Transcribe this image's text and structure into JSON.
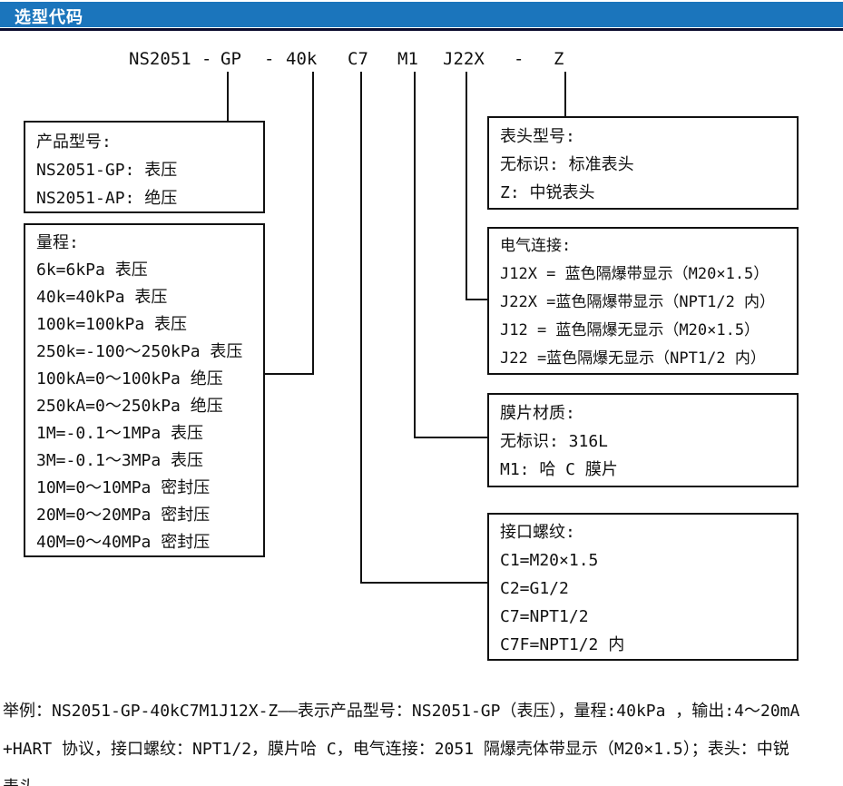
{
  "header": {
    "title": "选型代码"
  },
  "model_code": {
    "segments": [
      "NS2051",
      "-",
      "GP",
      "-",
      "40k",
      "C7",
      "M1",
      "J22X",
      "-",
      "Z"
    ]
  },
  "boxes": {
    "product": {
      "title": "产品型号:",
      "lines": [
        "NS2051-GP: 表压",
        "NS2051-AP: 绝压"
      ]
    },
    "range": {
      "title": "量程:",
      "lines": [
        "6k=6kPa 表压",
        "40k=40kPa 表压",
        "100k=100kPa 表压",
        "250k=-100～250kPa 表压",
        "100kA=0～100kPa 绝压",
        "250kA=0～250kPa 绝压",
        "1M=-0.1～1MPa 表压",
        "3M=-0.1～3MPa 表压",
        "10M=0～10MPa 密封压",
        "20M=0～20MPa 密封压",
        "40M=0～40MPa 密封压"
      ]
    },
    "display": {
      "title": "表头型号:",
      "lines": [
        "无标识: 标准表头",
        "Z: 中锐表头"
      ]
    },
    "electrical": {
      "title": "电气连接:",
      "lines": [
        "J12X = 蓝色隔爆带显示（M20×1.5）",
        "J22X =蓝色隔爆带显示（NPT1/2 内）",
        "J12 = 蓝色隔爆无显示（M20×1.5）",
        "J22 =蓝色隔爆无显示（NPT1/2 内）"
      ]
    },
    "diaphragm": {
      "title": "膜片材质:",
      "lines": [
        "无标识: 316L",
        "M1: 哈 C 膜片"
      ]
    },
    "thread": {
      "title": "接口螺纹:",
      "lines": [
        "C1=M20×1.5",
        "C2=G1/2",
        "C7=NPT1/2",
        "C7F=NPT1/2 内"
      ]
    }
  },
  "footer": {
    "lines": [
      "举例：NS2051-GP-40kC7M1J12X-Z——表示产品型号：NS2051-GP（表压），量程:40kPa ，输出:4～20mA",
      "+HART 协议，接口螺纹：NPT1/2，膜片哈 C，电气连接：2051 隔爆壳体带显示（M20×1.5）；表头：中锐",
      "表头。"
    ]
  },
  "colors": {
    "banner_blue": "#1b75bc",
    "banner_underline_navy": "#0b0b2d",
    "line_black": "#111111",
    "text_black": "#111111",
    "background": "#ffffff"
  }
}
